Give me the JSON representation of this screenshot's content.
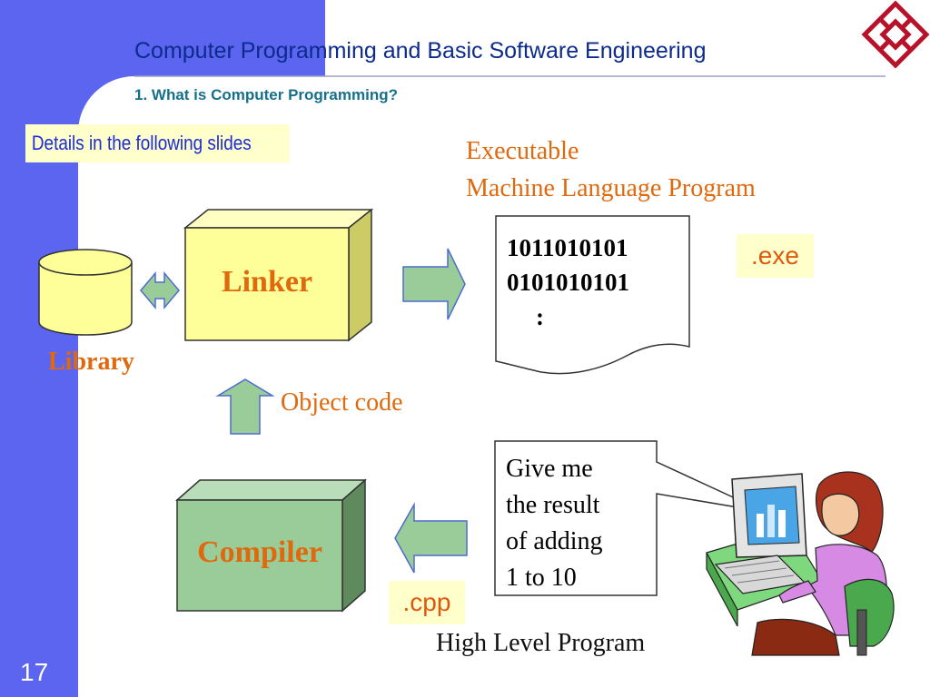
{
  "slide": {
    "title": "Computer Programming and Basic Software Engineering",
    "subtitle": "1. What is Computer Programming?",
    "page_number": "17"
  },
  "note": "Details in the following slides",
  "linker": {
    "label": "Linker"
  },
  "compiler": {
    "label": "Compiler"
  },
  "library": {
    "label": "Library"
  },
  "object_code": {
    "label": "Object code"
  },
  "executable": {
    "line1": "Executable",
    "line2": "Machine Language Program"
  },
  "binary": {
    "line1": "1011010101",
    "line2": "0101010101",
    "line3": ":"
  },
  "tags": {
    "exe": ".exe",
    "cpp": ".cpp"
  },
  "speech": {
    "line1": "Give me",
    "line2": "the result",
    "line3": "of adding",
    "line4": "1 to 10"
  },
  "high_level": {
    "label": "High Level Program"
  },
  "colors": {
    "sidebar": "#5c65f0",
    "title": "#0c2b8c",
    "subtitle": "#17708a",
    "orange_text": "#e0690e",
    "linker_fill": "#ffff99",
    "compiler_fill": "#99cc99",
    "arrow_fill": "#99cc99",
    "note_bg": "#ffffcc",
    "logo": "#b8122a"
  }
}
